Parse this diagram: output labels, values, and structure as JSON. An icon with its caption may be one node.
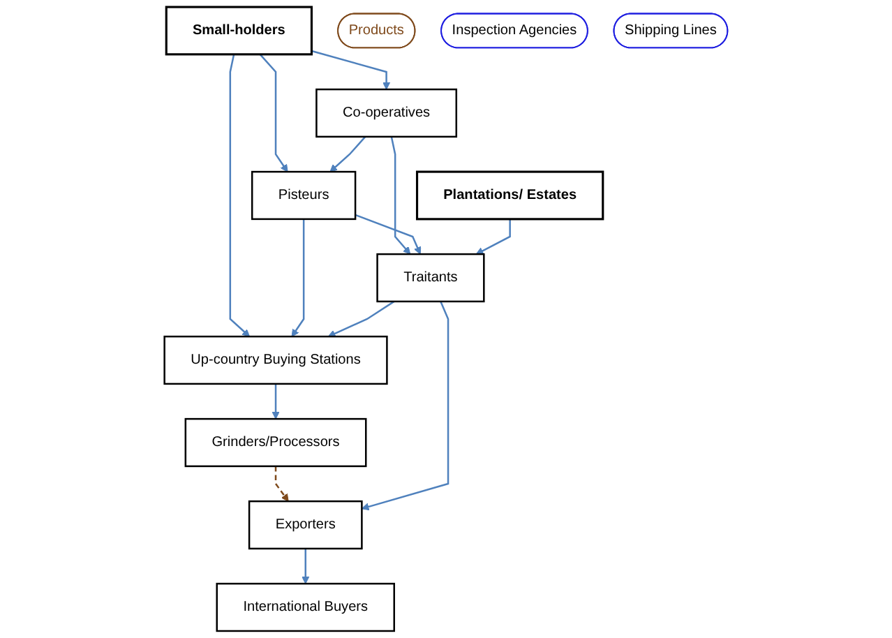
{
  "diagram": {
    "nodes": [
      {
        "text": [
          "Small-holders"
        ]
      },
      {
        "text": [
          "Co-operatives"
        ]
      },
      {
        "text": [
          "Pisteurs"
        ]
      },
      {
        "text": [
          "Up-country Buying Stations"
        ]
      },
      {
        "text": [
          "Plantations/ Estates"
        ]
      },
      {
        "text": [
          "Traitants"
        ]
      },
      {
        "text": [
          "Grinders/Processors"
        ]
      },
      {
        "text": [
          "Products"
        ]
      },
      {
        "text": [
          "Exporters"
        ]
      },
      {
        "text": [
          "Inspection Agencies"
        ]
      },
      {
        "text": [
          "Shipping Lines"
        ]
      },
      {
        "text": [
          "International Buyers"
        ]
      }
    ],
    "edges": [
      {
        "from": 0,
        "to": 1,
        "arrow": "to"
      },
      {
        "from": 0,
        "to": 2,
        "arrow": "to"
      },
      {
        "from": 0,
        "to": 3,
        "arrow": "to"
      },
      {
        "from": 1,
        "to": 2,
        "arrow": "to"
      },
      {
        "from": 1,
        "to": 5,
        "arrow": "to"
      },
      {
        "from": 2,
        "to": 3,
        "arrow": "to"
      },
      {
        "from": 2,
        "to": 5,
        "arrow": "to"
      },
      {
        "from": 4,
        "to": 5,
        "arrow": "to"
      },
      {
        "from": 5,
        "to": 3,
        "arrow": "to"
      },
      {
        "from": 3,
        "to": 6,
        "arrow": "to"
      },
      {
        "from": 6,
        "to": 8,
        "arrow": "to",
        "style": "dashed",
        "color": "#7f4a1c"
      },
      {
        "from": 5,
        "to": 8,
        "arrow": "to"
      },
      {
        "from": 8,
        "to": 11,
        "arrow": "to"
      }
    ]
  }
}
